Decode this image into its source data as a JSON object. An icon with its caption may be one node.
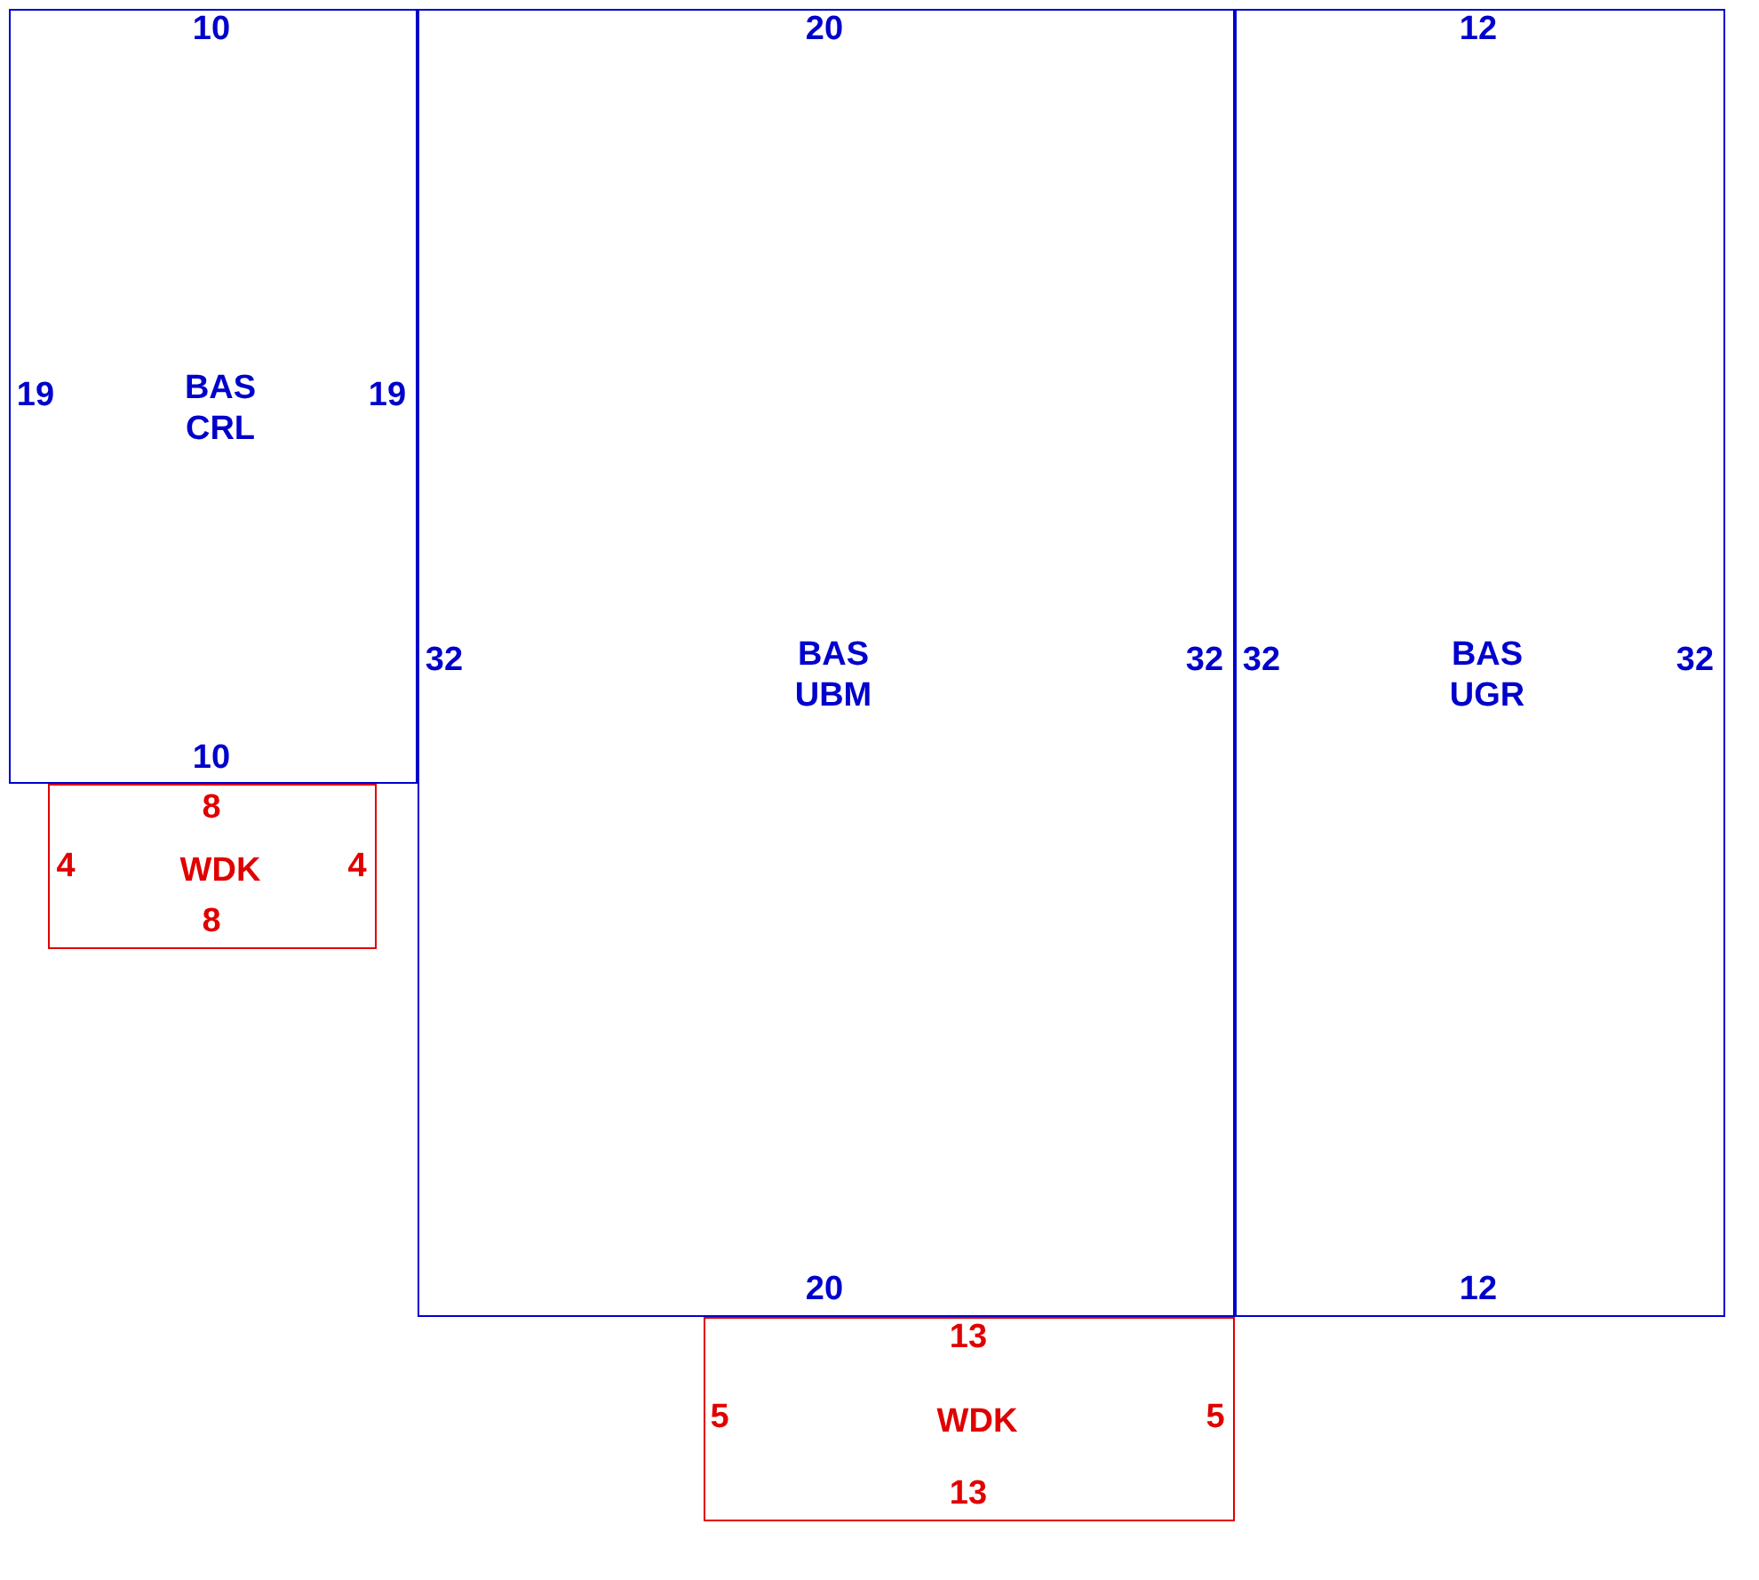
{
  "diagram": {
    "nodes": [
      {
        "text": [
          "BAS CRL"
        ]
      },
      {
        "text": [
          "BAS UBM"
        ]
      },
      {
        "text": [
          "BAS UGR"
        ]
      },
      {
        "text": [
          "WDK"
        ]
      },
      {
        "text": [
          "WDK"
        ]
      }
    ],
    "labels": [
      "10",
      "20",
      "12",
      "19",
      "19",
      "32",
      "32",
      "32",
      "32",
      "10",
      "8",
      "4",
      "4",
      "8",
      "20",
      "12",
      "13",
      "5",
      "5",
      "13"
    ]
  }
}
